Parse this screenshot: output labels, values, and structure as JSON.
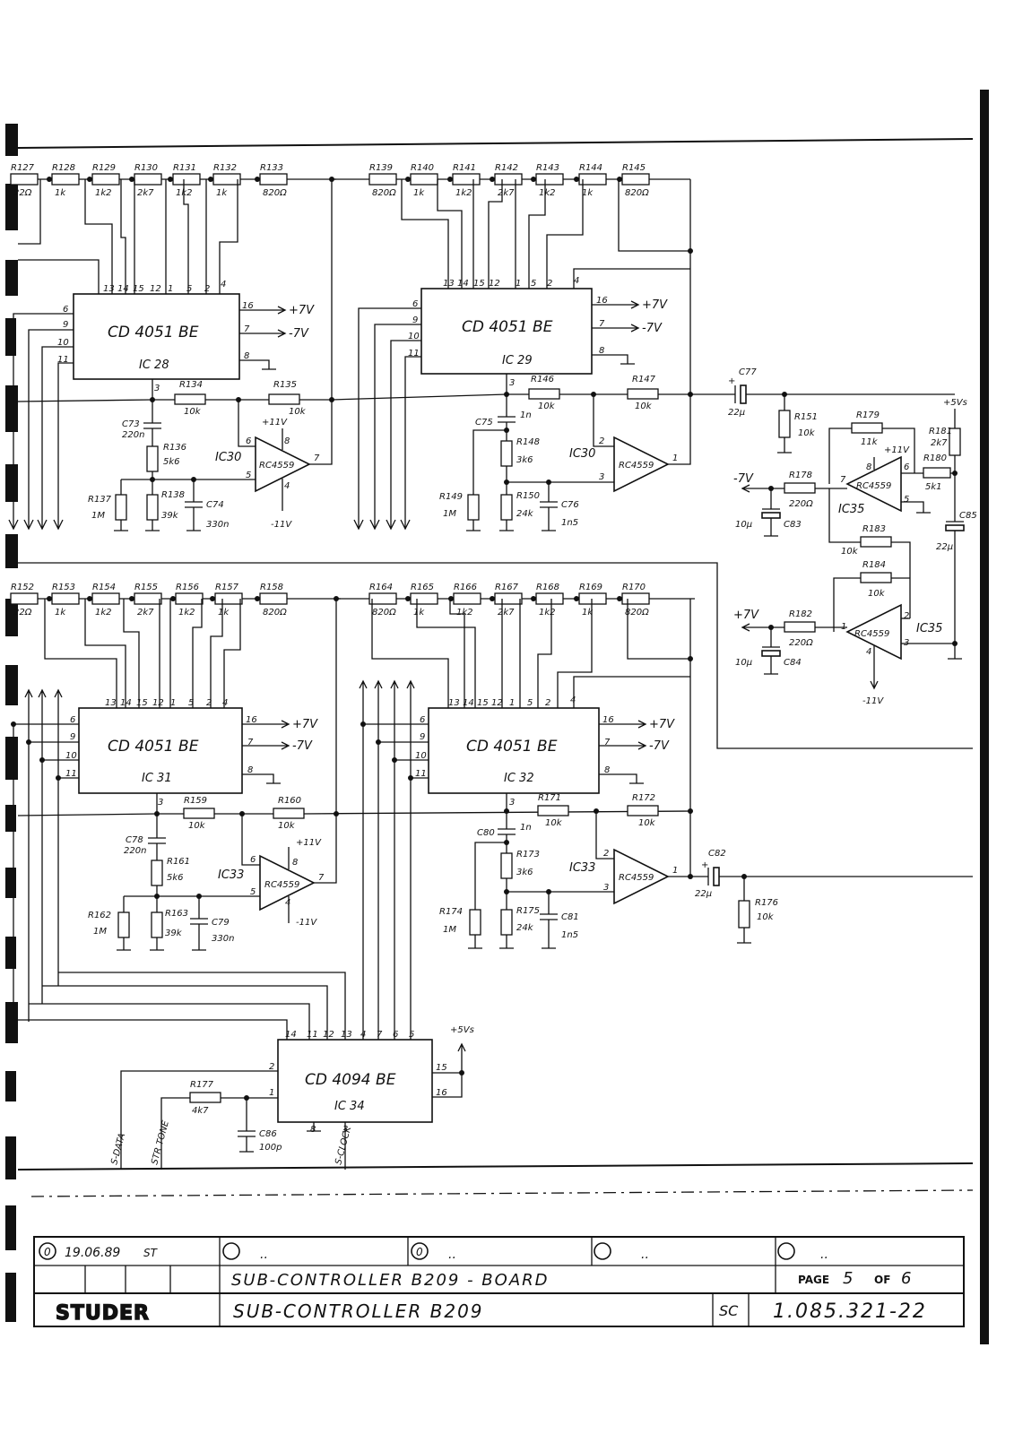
{
  "block1": {
    "resistors": [
      {
        "ref": "R127",
        "val": "22Ω"
      },
      {
        "ref": "R128",
        "val": "1k"
      },
      {
        "ref": "R129",
        "val": "1k2"
      },
      {
        "ref": "R130",
        "val": "2k7"
      },
      {
        "ref": "R131",
        "val": "1k2"
      },
      {
        "ref": "R132",
        "val": "1k"
      },
      {
        "ref": "R133",
        "val": "820Ω"
      }
    ],
    "ic": {
      "part": "CD 4051 BE",
      "ref": "IC 28"
    },
    "pins_top": [
      "13",
      "14",
      "15",
      "12",
      "1",
      "5",
      "2",
      "4"
    ],
    "pins_left": [
      "6",
      "9",
      "10",
      "11"
    ],
    "pin16": "16",
    "pin7": "7",
    "pin8": "8",
    "pin3": "3",
    "supply_pos": "+7V",
    "supply_neg": "-7V",
    "r134": {
      "ref": "R134",
      "val": "10k"
    },
    "r135": {
      "ref": "R135",
      "val": "10k"
    },
    "c73": {
      "ref": "C73",
      "val": "220n"
    },
    "r136": {
      "ref": "R136",
      "val": "5k6"
    },
    "r137": {
      "ref": "R137",
      "val": "1M"
    },
    "r138": {
      "ref": "R138",
      "val": "39k"
    },
    "c74": {
      "ref": "C74",
      "val": "330n"
    },
    "opamp": {
      "ref": "IC30",
      "part": "RC4559",
      "plus": "+11V",
      "minus": "-11V",
      "pin6": "6",
      "pin5": "5",
      "pin7": "7",
      "pin8": "8",
      "pin4": "4"
    }
  },
  "block2": {
    "resistors": [
      {
        "ref": "R139",
        "val": "820Ω"
      },
      {
        "ref": "R140",
        "val": "1k"
      },
      {
        "ref": "R141",
        "val": "1k2"
      },
      {
        "ref": "R142",
        "val": "2k7"
      },
      {
        "ref": "R143",
        "val": "1k2"
      },
      {
        "ref": "R144",
        "val": "1k"
      },
      {
        "ref": "R145",
        "val": "820Ω"
      }
    ],
    "ic": {
      "part": "CD 4051 BE",
      "ref": "IC 29"
    },
    "pins_top": [
      "13",
      "14",
      "15",
      "12",
      "1",
      "5",
      "2",
      "4"
    ],
    "pins_left": [
      "6",
      "9",
      "10",
      "11"
    ],
    "pin16": "16",
    "pin7": "7",
    "pin8": "8",
    "pin3": "3",
    "supply_pos": "+7V",
    "supply_neg": "-7V",
    "r146": {
      "ref": "R146",
      "val": "10k"
    },
    "r147": {
      "ref": "R147",
      "val": "10k"
    },
    "c75": {
      "ref": "C75",
      "val": "1n"
    },
    "r148": {
      "ref": "R148",
      "val": "3k6"
    },
    "r149": {
      "ref": "R149",
      "val": "1M"
    },
    "r150": {
      "ref": "R150",
      "val": "24k"
    },
    "c76": {
      "ref": "C76",
      "val": "1n5"
    },
    "opamp": {
      "ref": "IC30",
      "part": "RC4559",
      "pin2": "2",
      "pin3": "3",
      "pin1": "1"
    }
  },
  "right_top": {
    "c77": {
      "ref": "C77",
      "val": "22µ"
    },
    "r151": {
      "ref": "R151",
      "val": "10k"
    },
    "r179": {
      "ref": "R179",
      "val": "11k"
    },
    "r181": {
      "ref": "R181",
      "val": "2k7"
    },
    "r180": {
      "ref": "R180",
      "val": "5k1"
    },
    "r178": {
      "ref": "R178",
      "val": "220Ω"
    },
    "c83": {
      "ref": "C83",
      "val": "10µ"
    },
    "c85": {
      "ref": "C85",
      "val": "22µ"
    },
    "supply_5v": "+5Vs",
    "supply_neg7": "-7V",
    "opamp": {
      "ref": "IC35",
      "part": "RC4559",
      "plus": "+11V",
      "pin7": "7",
      "pin6": "6",
      "pin5": "5",
      "pin8": "8"
    }
  },
  "right_bottom": {
    "r183": {
      "ref": "R183",
      "val": "10k"
    },
    "r184": {
      "ref": "R184",
      "val": "10k"
    },
    "r182": {
      "ref": "R182",
      "val": "220Ω"
    },
    "c84": {
      "ref": "C84",
      "val": "10µ"
    },
    "supply_pos7": "+7V",
    "opamp": {
      "ref": "IC35",
      "part": "RC4559",
      "minus": "-11V",
      "pin1": "1",
      "pin2": "2",
      "pin3": "3",
      "pin4": "4"
    }
  },
  "block3": {
    "resistors": [
      {
        "ref": "R152",
        "val": "22Ω"
      },
      {
        "ref": "R153",
        "val": "1k"
      },
      {
        "ref": "R154",
        "val": "1k2"
      },
      {
        "ref": "R155",
        "val": "2k7"
      },
      {
        "ref": "R156",
        "val": "1k2"
      },
      {
        "ref": "R157",
        "val": "1k"
      },
      {
        "ref": "R158",
        "val": "820Ω"
      }
    ],
    "ic": {
      "part": "CD 4051 BE",
      "ref": "IC 31"
    },
    "r159": {
      "ref": "R159",
      "val": "10k"
    },
    "r160": {
      "ref": "R160",
      "val": "10k"
    },
    "c78": {
      "ref": "C78",
      "val": "220n"
    },
    "r161": {
      "ref": "R161",
      "val": "5k6"
    },
    "r162": {
      "ref": "R162",
      "val": "1M"
    },
    "r163": {
      "ref": "R163",
      "val": "39k"
    },
    "c79": {
      "ref": "C79",
      "val": "330n"
    },
    "opamp": {
      "ref": "IC33",
      "part": "RC4559",
      "plus": "+11V",
      "minus": "-11V"
    }
  },
  "block4": {
    "resistors": [
      {
        "ref": "R164",
        "val": "820Ω"
      },
      {
        "ref": "R165",
        "val": "1k"
      },
      {
        "ref": "R166",
        "val": "1k2"
      },
      {
        "ref": "R167",
        "val": "2k7"
      },
      {
        "ref": "R168",
        "val": "1k2"
      },
      {
        "ref": "R169",
        "val": "1k"
      },
      {
        "ref": "R170",
        "val": "820Ω"
      }
    ],
    "ic": {
      "part": "CD 4051 BE",
      "ref": "IC 32"
    },
    "r171": {
      "ref": "R171",
      "val": "10k"
    },
    "r172": {
      "ref": "R172",
      "val": "10k"
    },
    "c80": {
      "ref": "C80",
      "val": "1n"
    },
    "r173": {
      "ref": "R173",
      "val": "3k6"
    },
    "r174": {
      "ref": "R174",
      "val": "1M"
    },
    "r175": {
      "ref": "R175",
      "val": "24k"
    },
    "c81": {
      "ref": "C81",
      "val": "1n5"
    },
    "opamp": {
      "ref": "IC33",
      "part": "RC4559"
    },
    "c82": {
      "ref": "C82",
      "val": "22µ"
    },
    "r176": {
      "ref": "R176",
      "val": "10k"
    }
  },
  "shift": {
    "ic": {
      "part": "CD 4094 BE",
      "ref": "IC 34"
    },
    "pins_top": [
      "14",
      "11",
      "12",
      "13",
      "4",
      "7",
      "6",
      "5"
    ],
    "pin2": "2",
    "pin1": "1",
    "pin8": "8",
    "pin3": "3",
    "pin15": "15",
    "pin16": "16",
    "supply": "+5Vs",
    "r177": {
      "ref": "R177",
      "val": "4k7"
    },
    "c86": {
      "ref": "C86",
      "val": "100p"
    },
    "signals": [
      "S-DATA",
      "STR TONE",
      "S-CLOCK"
    ]
  },
  "title_block": {
    "revision_mark": "0",
    "date": "19.06.89",
    "initials": "ST",
    "rev_cols": [
      "..",
      "..",
      "..",
      ".."
    ],
    "rev2_mark": "0",
    "board_title": "SUB-CONTROLLER  B209  -  BOARD",
    "page_label": "PAGE",
    "page_num": "5",
    "of_label": "OF",
    "page_total": "6",
    "brand": "STUDER",
    "title": "SUB-CONTROLLER    B209",
    "sc_label": "SC",
    "doc_number": "1.085.321-22"
  }
}
